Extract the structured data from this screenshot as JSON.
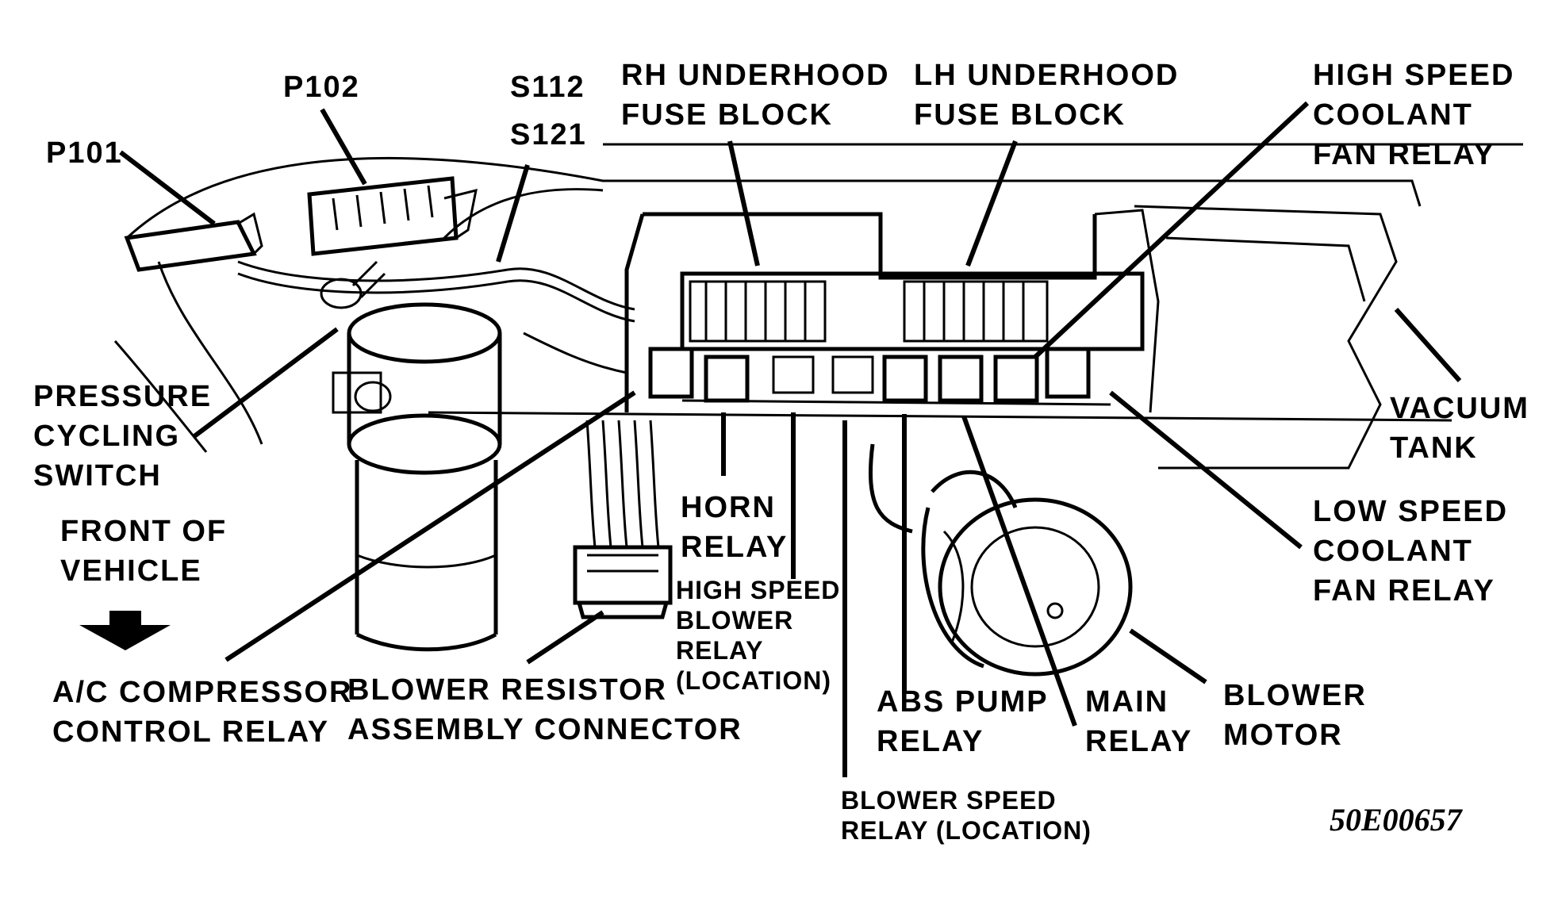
{
  "labels": {
    "p101": "P101",
    "p102": "P102",
    "s112": "S112",
    "s121": "S121",
    "rh_fuse_block": "RH UNDERHOOD\nFUSE BLOCK",
    "lh_fuse_block": "LH UNDERHOOD\nFUSE BLOCK",
    "high_speed_coolant_fan_relay": "HIGH SPEED\nCOOLANT\nFAN RELAY",
    "pressure_cycling_switch": "PRESSURE\nCYCLING\nSWITCH",
    "front_of_vehicle": "FRONT OF\nVEHICLE",
    "vacuum_tank": "VACUUM\nTANK",
    "horn_relay": "HORN\nRELAY",
    "high_speed_blower_relay": "HIGH SPEED\nBLOWER\nRELAY\n(LOCATION)",
    "low_speed_coolant_fan_relay": "LOW SPEED\nCOOLANT\nFAN RELAY",
    "ac_compressor_control_relay": "A/C COMPRESSOR\nCONTROL RELAY",
    "blower_resistor_connector": "BLOWER RESISTOR\nASSEMBLY CONNECTOR",
    "abs_pump_relay": "ABS PUMP\nRELAY",
    "main_relay": "MAIN\nRELAY",
    "blower_motor": "BLOWER\nMOTOR",
    "blower_speed_relay": "BLOWER SPEED\nRELAY (LOCATION)",
    "figure_code": "50E00657"
  }
}
